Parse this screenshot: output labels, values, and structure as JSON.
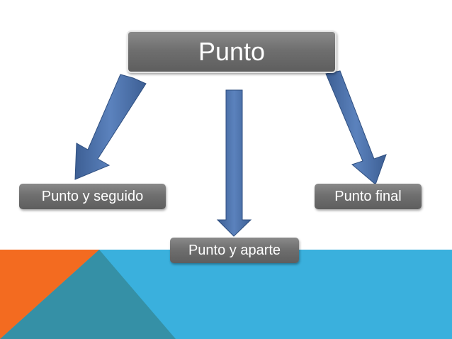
{
  "diagram": {
    "root": {
      "label": "Punto"
    },
    "children": [
      {
        "label": "Punto y seguido"
      },
      {
        "label": "Punto y aparte"
      },
      {
        "label": "Punto final"
      }
    ]
  },
  "colors": {
    "box_fill": "#6f6f6f",
    "arrow_fill": "#4a6fa8",
    "arrow_stroke": "#2f4f80",
    "band_blue": "#3ab0dd",
    "band_teal": "#3590a6",
    "band_orange": "#f36b20"
  }
}
